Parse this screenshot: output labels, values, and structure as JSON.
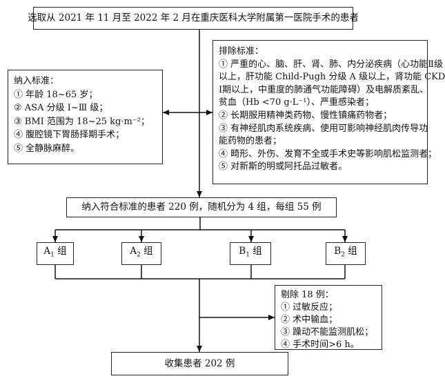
{
  "top": "选取从 2021 年 11 月至 2022 年 2 月在重庆医科大学附属第一医院手术的患者",
  "inclusion": {
    "title": "纳入标准：",
    "items": [
      "① 年龄 18~65 岁；",
      "② ASA 分级 Ⅰ~Ⅲ 级；",
      "③ BMI 范围为 18~25 kg·m⁻²；",
      "④ 腹腔镜下胃肠择期手术；",
      "⑤ 全静脉麻醉。"
    ]
  },
  "exclusion": {
    "title": "排除标准：",
    "lines": [
      "① 严重的心、脑、肝、肾、肺、内分泌疾病（心功能Ⅱ级",
      "以上，肝功能 Child-Pugh 分级 A 级以上，肾功能 CKD",
      "Ⅰ期以上，中重度的肺通气功能障碍）及电解质紊乱、",
      "贫血（Hb <70 g·L⁻¹）、严重感染者；",
      "② 长期服用精神类药物、慢性镇痛药物者；",
      "③ 有神经肌肉系统疾病、使用可影响神经肌肉传导功",
      "能药物的患者；",
      "④ 畸形、外伤、发育不全或手术史等影响肌松监测者；",
      "⑤ 对新斯的明或阿托品过敏者。"
    ]
  },
  "enroll": "纳入符合标准的患者 220 例，随机分为 4 组，每组 55 例",
  "groups": [
    {
      "letter": "A",
      "sub": "1",
      "suffix": "组"
    },
    {
      "letter": "A",
      "sub": "2",
      "suffix": "组"
    },
    {
      "letter": "B",
      "sub": "1",
      "suffix": "组"
    },
    {
      "letter": "B",
      "sub": "2",
      "suffix": "组"
    }
  ],
  "removed": {
    "title": "剔除 18 例：",
    "items": [
      "① 过敏反应；",
      "② 术中输血；",
      "③ 躁动不能监测肌松；",
      "④ 手术时间>6 h。"
    ]
  },
  "final": "收集患者 202 例"
}
